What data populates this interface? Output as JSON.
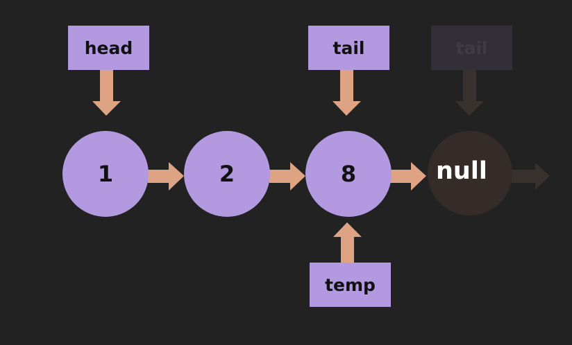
{
  "pointers": {
    "head": "head",
    "tail": "tail",
    "tail_old": "tail",
    "temp": "temp"
  },
  "nodes": [
    "1",
    "2",
    "8"
  ],
  "null_label": "null",
  "colors": {
    "background": "#222222",
    "node_fill": "#b39ae0",
    "arrow": "#dea383",
    "faded_box": "#332f38",
    "faded_arrow": "#38312e",
    "null_node": "#352c29"
  }
}
